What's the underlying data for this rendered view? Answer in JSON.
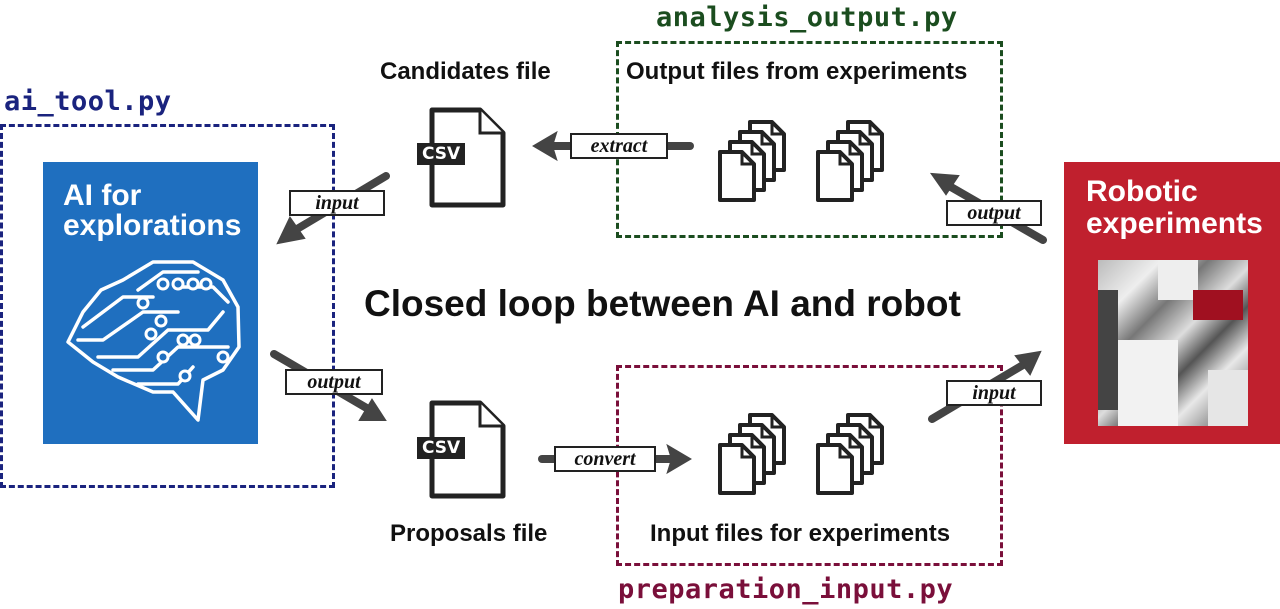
{
  "title": "Closed loop between AI and robot",
  "colors": {
    "ai_tool": "#1a237e",
    "analysis_output": "#1b4d1f",
    "preparation_input": "#7a0f3a",
    "ai_panel": "#1f6fbf",
    "robot_panel": "#c0202e",
    "arrow": "#444444"
  },
  "scripts": {
    "ai_tool": "ai_tool.py",
    "analysis_output": "analysis_output.py",
    "preparation_input": "preparation_input.py"
  },
  "ai_panel": {
    "line1": "AI for",
    "line2": "explorations",
    "icon": "brain-circuit-icon"
  },
  "robot_panel": {
    "line1": "Robotic",
    "line2": "experiments",
    "image": "robot-photo"
  },
  "files": {
    "candidates": {
      "label": "Candidates file",
      "badge": "CSV"
    },
    "proposals": {
      "label": "Proposals file",
      "badge": "CSV"
    },
    "output_files": {
      "label": "Output files from experiments"
    },
    "input_files": {
      "label": "Input files for experiments"
    }
  },
  "arrows": {
    "candidates_to_ai": "input",
    "output_to_candidates": "extract",
    "robot_to_output": "output",
    "ai_to_proposals": "output",
    "proposals_to_input": "convert",
    "input_to_robot": "input"
  }
}
